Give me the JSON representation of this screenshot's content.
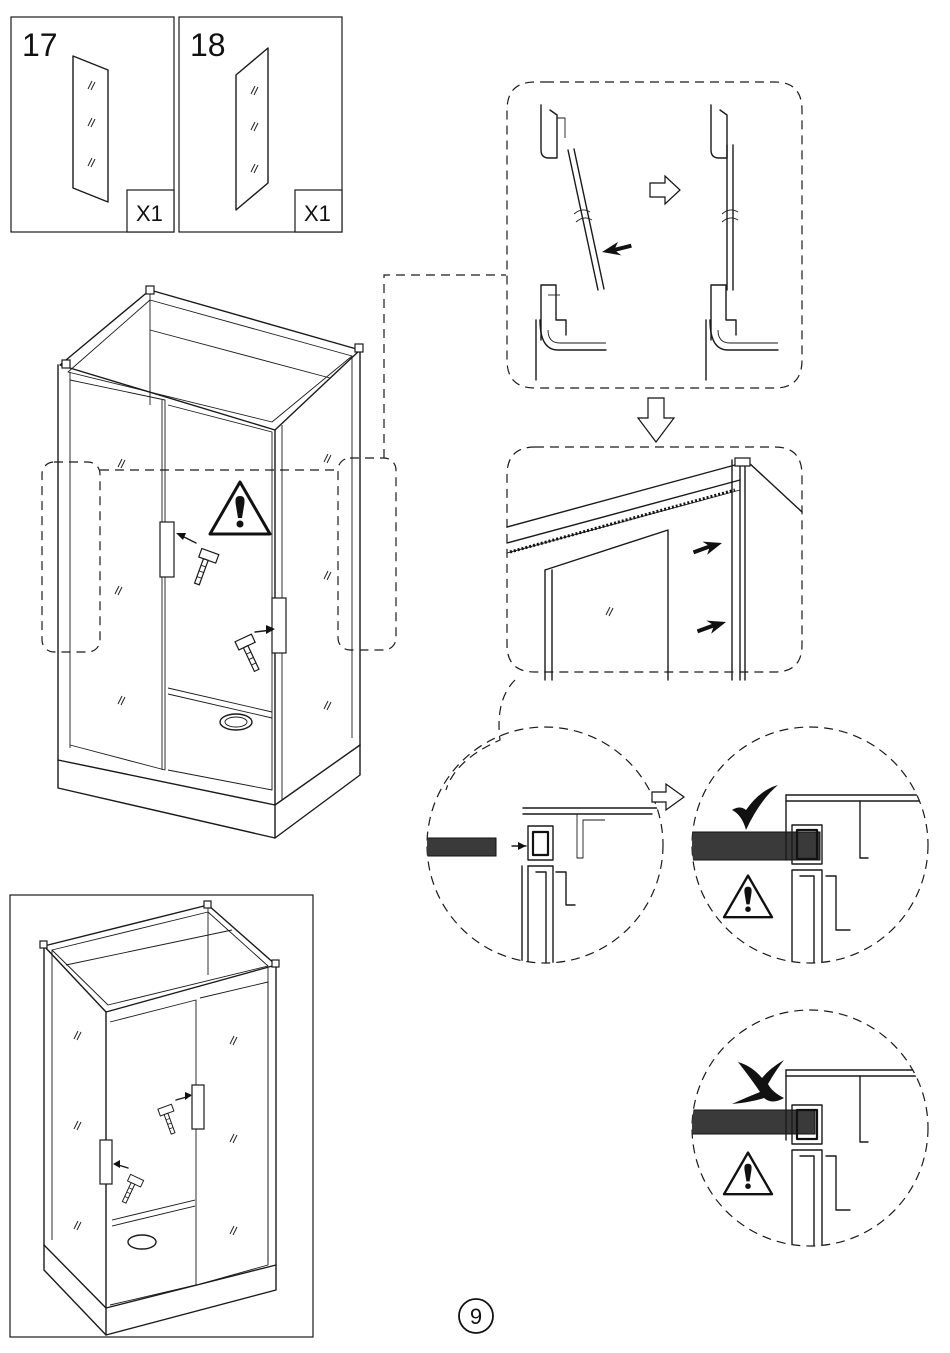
{
  "parts": [
    {
      "number": "17",
      "quantity": "X1"
    },
    {
      "number": "18",
      "quantity": "X1"
    }
  ],
  "page_number": "9",
  "icons": [
    "warning-triangle-icon",
    "hammer-icon",
    "check-mark-icon",
    "cross-mark-icon",
    "arrow-icon"
  ]
}
